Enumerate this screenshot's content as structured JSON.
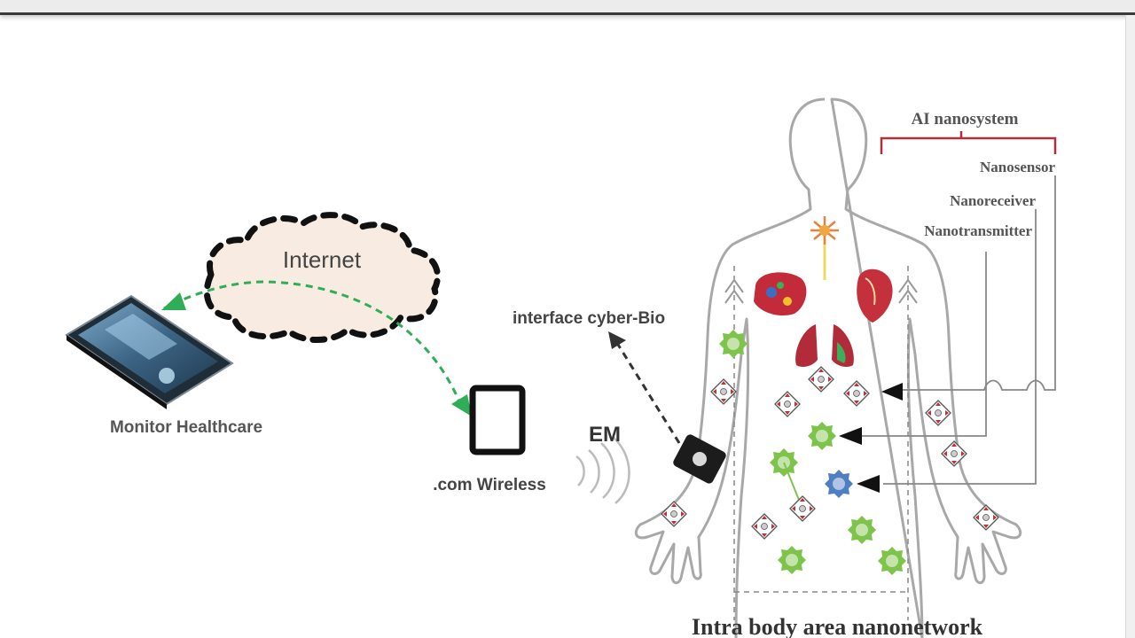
{
  "labels": {
    "internet": "Internet",
    "monitor": "Monitor Healthcare",
    "wireless": ".com Wireless",
    "em": "EM",
    "interface": "interface cyber-Bio",
    "ai_nanosystem": "AI nanosystem",
    "nanosensor": "Nanosensor",
    "nanoreceiver": "Nanoreceiver",
    "nanotransmitter": "Nanotransmitter",
    "network": "Intra body area nanonetwork"
  },
  "colors": {
    "green_link": "#2fae57",
    "cloud_fill": "#f8ece2",
    "bracket": "#b0303a",
    "gear_green": "#7ec44a",
    "gear_blue": "#4f7fc2",
    "outline": "#9a9a9a"
  }
}
